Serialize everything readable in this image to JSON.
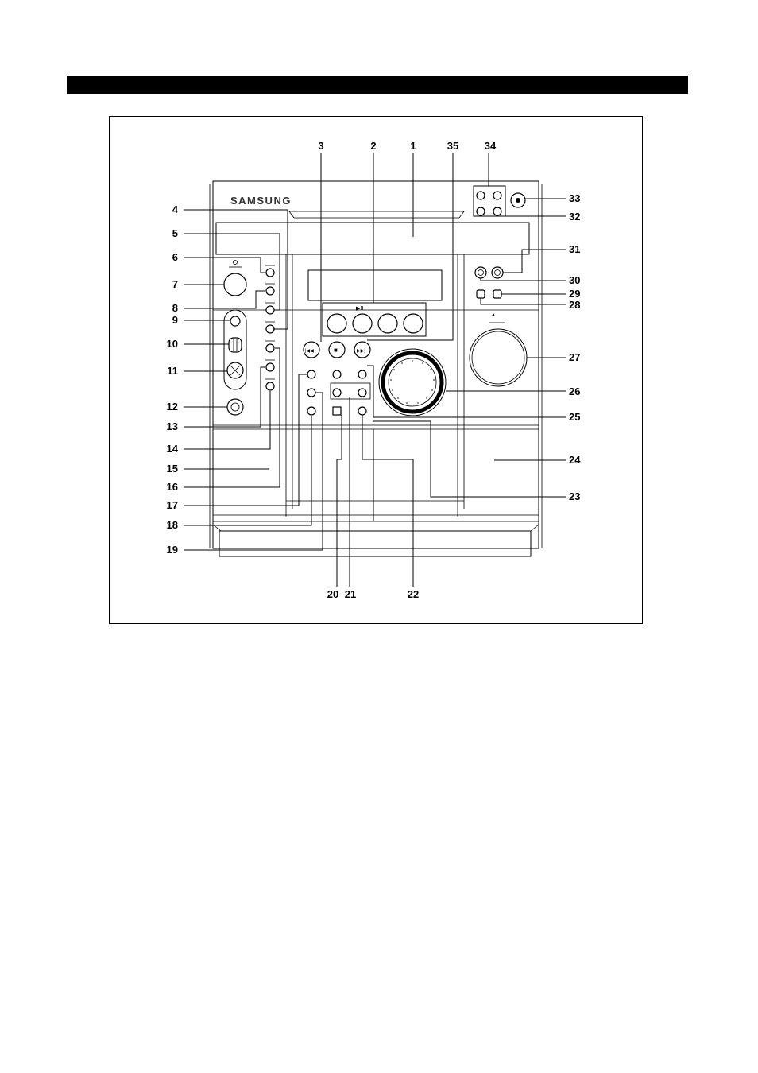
{
  "brand": "SAMSUNG",
  "callouts": {
    "n1": "1",
    "n2": "2",
    "n3": "3",
    "n4": "4",
    "n5": "5",
    "n6": "6",
    "n7": "7",
    "n8": "8",
    "n9": "9",
    "n10": "10",
    "n11": "11",
    "n12": "12",
    "n13": "13",
    "n14": "14",
    "n15": "15",
    "n16": "16",
    "n17": "17",
    "n18": "18",
    "n19": "19",
    "n20": "20",
    "n21": "21",
    "n22": "22",
    "n23": "23",
    "n24": "24",
    "n25": "25",
    "n26": "26",
    "n27": "27",
    "n28": "28",
    "n29": "29",
    "n30": "30",
    "n31": "31",
    "n32": "32",
    "n33": "33",
    "n34": "34",
    "n35": "35"
  },
  "icons": {
    "prev": "|◀◀",
    "stop": "■",
    "next": "▶▶|",
    "play_pause": "▶II",
    "eject": "▲"
  }
}
